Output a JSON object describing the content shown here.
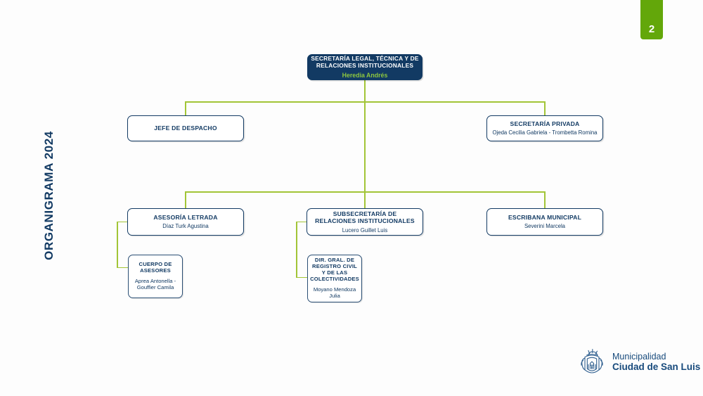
{
  "document": {
    "side_title": "ORGANIGRAMA 2024",
    "page_number": "2"
  },
  "colors": {
    "navy": "#123a63",
    "green_accent": "#8dc63f",
    "connector": "#a2c537",
    "tab_green": "#63a70a",
    "background": "#fdfdfd"
  },
  "chart": {
    "root": {
      "title": "SECRETARÍA LEGAL, TÉCNICA Y DE RELACIONES INSTITUCIONALES",
      "person": "Heredia Andrés"
    },
    "level1": [
      {
        "title": "JEFE DE DESPACHO",
        "person": ""
      },
      {
        "title": "SECRETARÍA PRIVADA",
        "person": "Ojeda Cecilia Gabriela - Trombetta Romina"
      }
    ],
    "level2": [
      {
        "title": "ASESORÍA LETRADA",
        "person": "Díaz Turk Agustina"
      },
      {
        "title": "SUBSECRETARÍA DE RELACIONES INSTITUCIONALES",
        "person": "Lucero Guillet Luis"
      },
      {
        "title": "ESCRIBANA MUNICIPAL",
        "person": "Severini Marcela"
      }
    ],
    "level3": [
      {
        "title": "CUERPO DE ASESORES",
        "person": "Aprea Antonella - Gouffier Camila"
      },
      {
        "title": "DIR. GRAL. DE REGISTRO CIVIL Y DE LAS COLECTIVIDADES",
        "person": "Moyano Mendoza Julia"
      }
    ]
  },
  "footer": {
    "logo_line1": "Municipalidad",
    "logo_line2": "Ciudad de San Luis",
    "logo_icon": "city-crest-icon"
  }
}
